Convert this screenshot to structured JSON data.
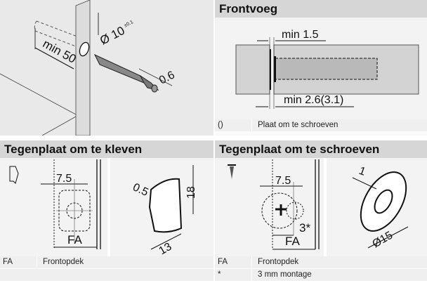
{
  "panel_mounting": {
    "labels": {
      "min_depth": "min 50",
      "diameter": "Ø 10",
      "tolerance": "±0.1",
      "protrusion": "0.6"
    }
  },
  "panel_frontvoeg": {
    "title": "Frontvoeg",
    "labels": {
      "gap": "min 1.5",
      "gap2": "min 2.6(3.1)"
    },
    "legend": [
      {
        "key": "()",
        "value": "Plaat om te schroeven"
      }
    ]
  },
  "panel_kleven": {
    "title": "Tegenplaat om te kleven",
    "labels": {
      "offset": "7.5",
      "fa": "FA",
      "thickness": "0.5",
      "height": "18",
      "width": "13"
    },
    "legend": [
      {
        "key": "FA",
        "value": "Frontopdek"
      }
    ]
  },
  "panel_schroeven": {
    "title": "Tegenplaat om te schroeven",
    "labels": {
      "offset": "7.5",
      "mount": "3*",
      "fa": "FA",
      "thickness": "1",
      "diameter": "Ø15"
    },
    "legend": [
      {
        "key": "FA",
        "value": "Frontopdek"
      },
      {
        "key": "*",
        "value": "3 mm montage"
      }
    ]
  }
}
